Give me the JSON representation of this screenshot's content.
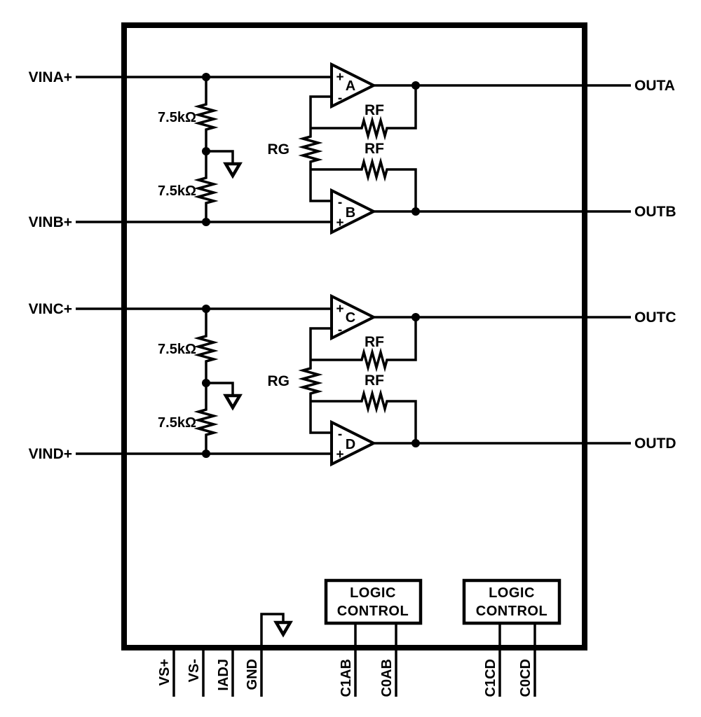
{
  "colors": {
    "background": "#ffffff",
    "ink": "#000000"
  },
  "channels": {
    "inputs": [
      "VINA+",
      "VINB+",
      "VINC+",
      "VIND+"
    ],
    "outputs": [
      "OUTA",
      "OUTB",
      "OUTC",
      "OUTD"
    ]
  },
  "amplifiers": [
    {
      "name": "A",
      "top_sign": "+",
      "bottom_sign": "-"
    },
    {
      "name": "B",
      "top_sign": "-",
      "bottom_sign": "+"
    },
    {
      "name": "C",
      "top_sign": "+",
      "bottom_sign": "-"
    },
    {
      "name": "D",
      "top_sign": "-",
      "bottom_sign": "+"
    }
  ],
  "resistors": {
    "divider_value": "7.5kΩ",
    "feedback_label": "RF",
    "gain_label": "RG"
  },
  "logic_blocks": [
    {
      "line1": "LOGIC",
      "line2": "CONTROL",
      "pins": [
        "C1AB",
        "C0AB"
      ]
    },
    {
      "line1": "LOGIC",
      "line2": "CONTROL",
      "pins": [
        "C1CD",
        "C0CD"
      ]
    }
  ],
  "bottom_pins": [
    "VS+",
    "VS-",
    "IADJ",
    "GND"
  ]
}
